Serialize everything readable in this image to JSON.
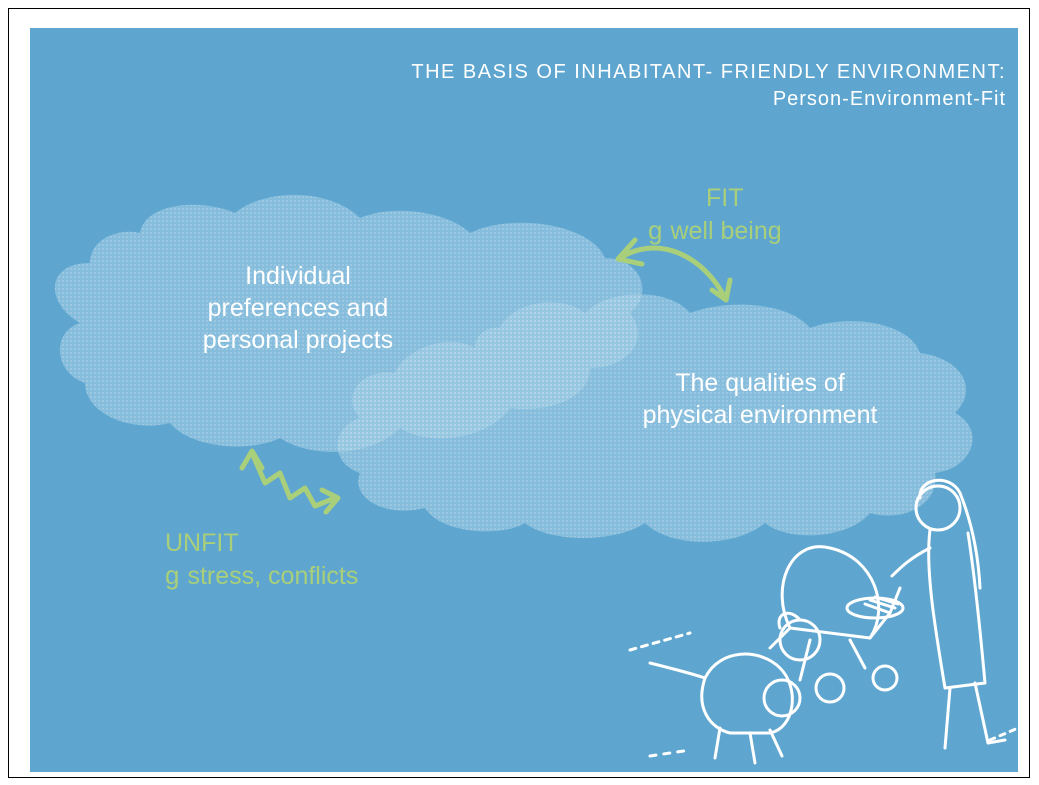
{
  "title": {
    "line1": "THE BASIS OF INHABITANT- FRIENDLY ENVIRONMENT:",
    "line2": "Person-Environment-Fit"
  },
  "diagram": {
    "person_label_lines": [
      "Individual",
      "preferences and",
      "personal projects"
    ],
    "environment_label_lines": [
      "The qualities of",
      "physical environment"
    ],
    "fit": {
      "title": "FIT",
      "glyph": "g",
      "result": "well being"
    },
    "unfit": {
      "title": "UNFIT",
      "glyph": "g",
      "result": "stress, conflicts"
    }
  },
  "colors": {
    "background": "#5ea6cf",
    "cloud": "#a8cfe6",
    "accent_green": "#a9cf7a",
    "text": "#ffffff"
  },
  "illustration": {
    "subject": "woman-with-stroller-and-dog-icon"
  }
}
